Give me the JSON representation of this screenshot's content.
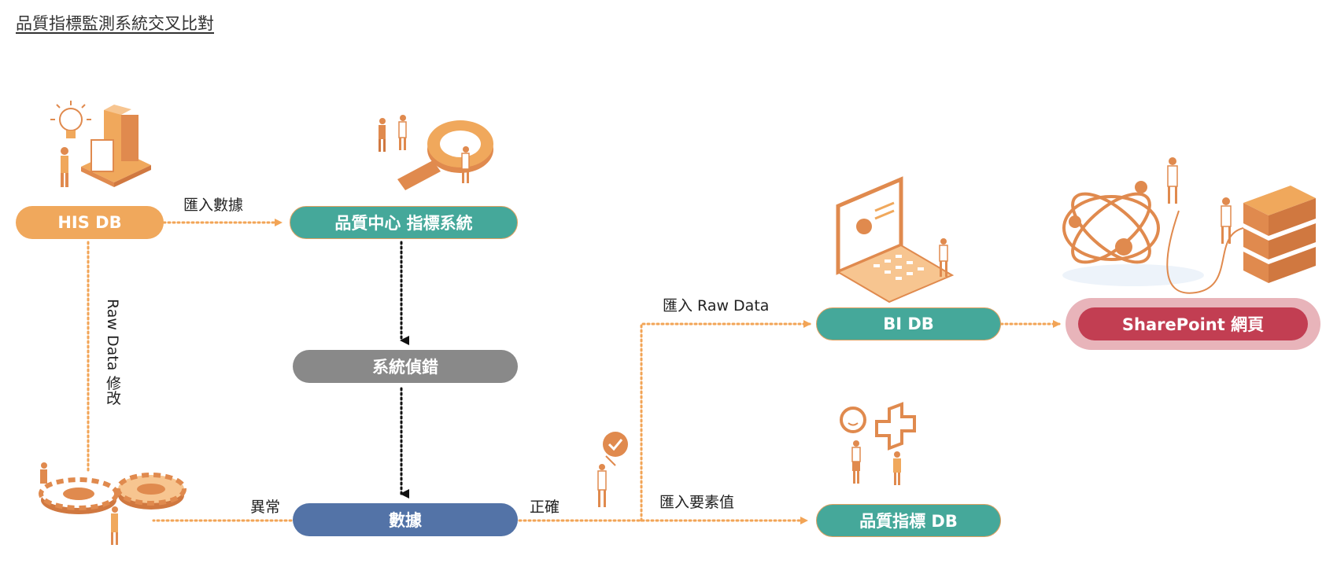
{
  "title": "品質指標監測系統交叉比對",
  "nodes": {
    "his_db": "HIS DB",
    "quality_center": "品質中心 指標系統",
    "error_check": "系統偵錯",
    "data": "數據",
    "bi_db": "BI DB",
    "sharepoint": "SharePoint 網頁",
    "quality_db": "品質指標 DB"
  },
  "labels": {
    "import_data": "匯入數據",
    "raw_data_fix": "Raw Data 修改",
    "abnormal": "異常",
    "correct": "正確",
    "import_raw": "匯入 Raw Data",
    "import_element": "匯入要素值"
  },
  "colors": {
    "orange": "#F0A85C",
    "teal": "#45A89A",
    "gray": "#898989",
    "blue": "#5373A7",
    "red": "#C23E52",
    "pink_halo": "#E8B4BA",
    "illustration": "#E08A4E",
    "dotted_line": "#F2A456",
    "black_line": "#111111"
  }
}
